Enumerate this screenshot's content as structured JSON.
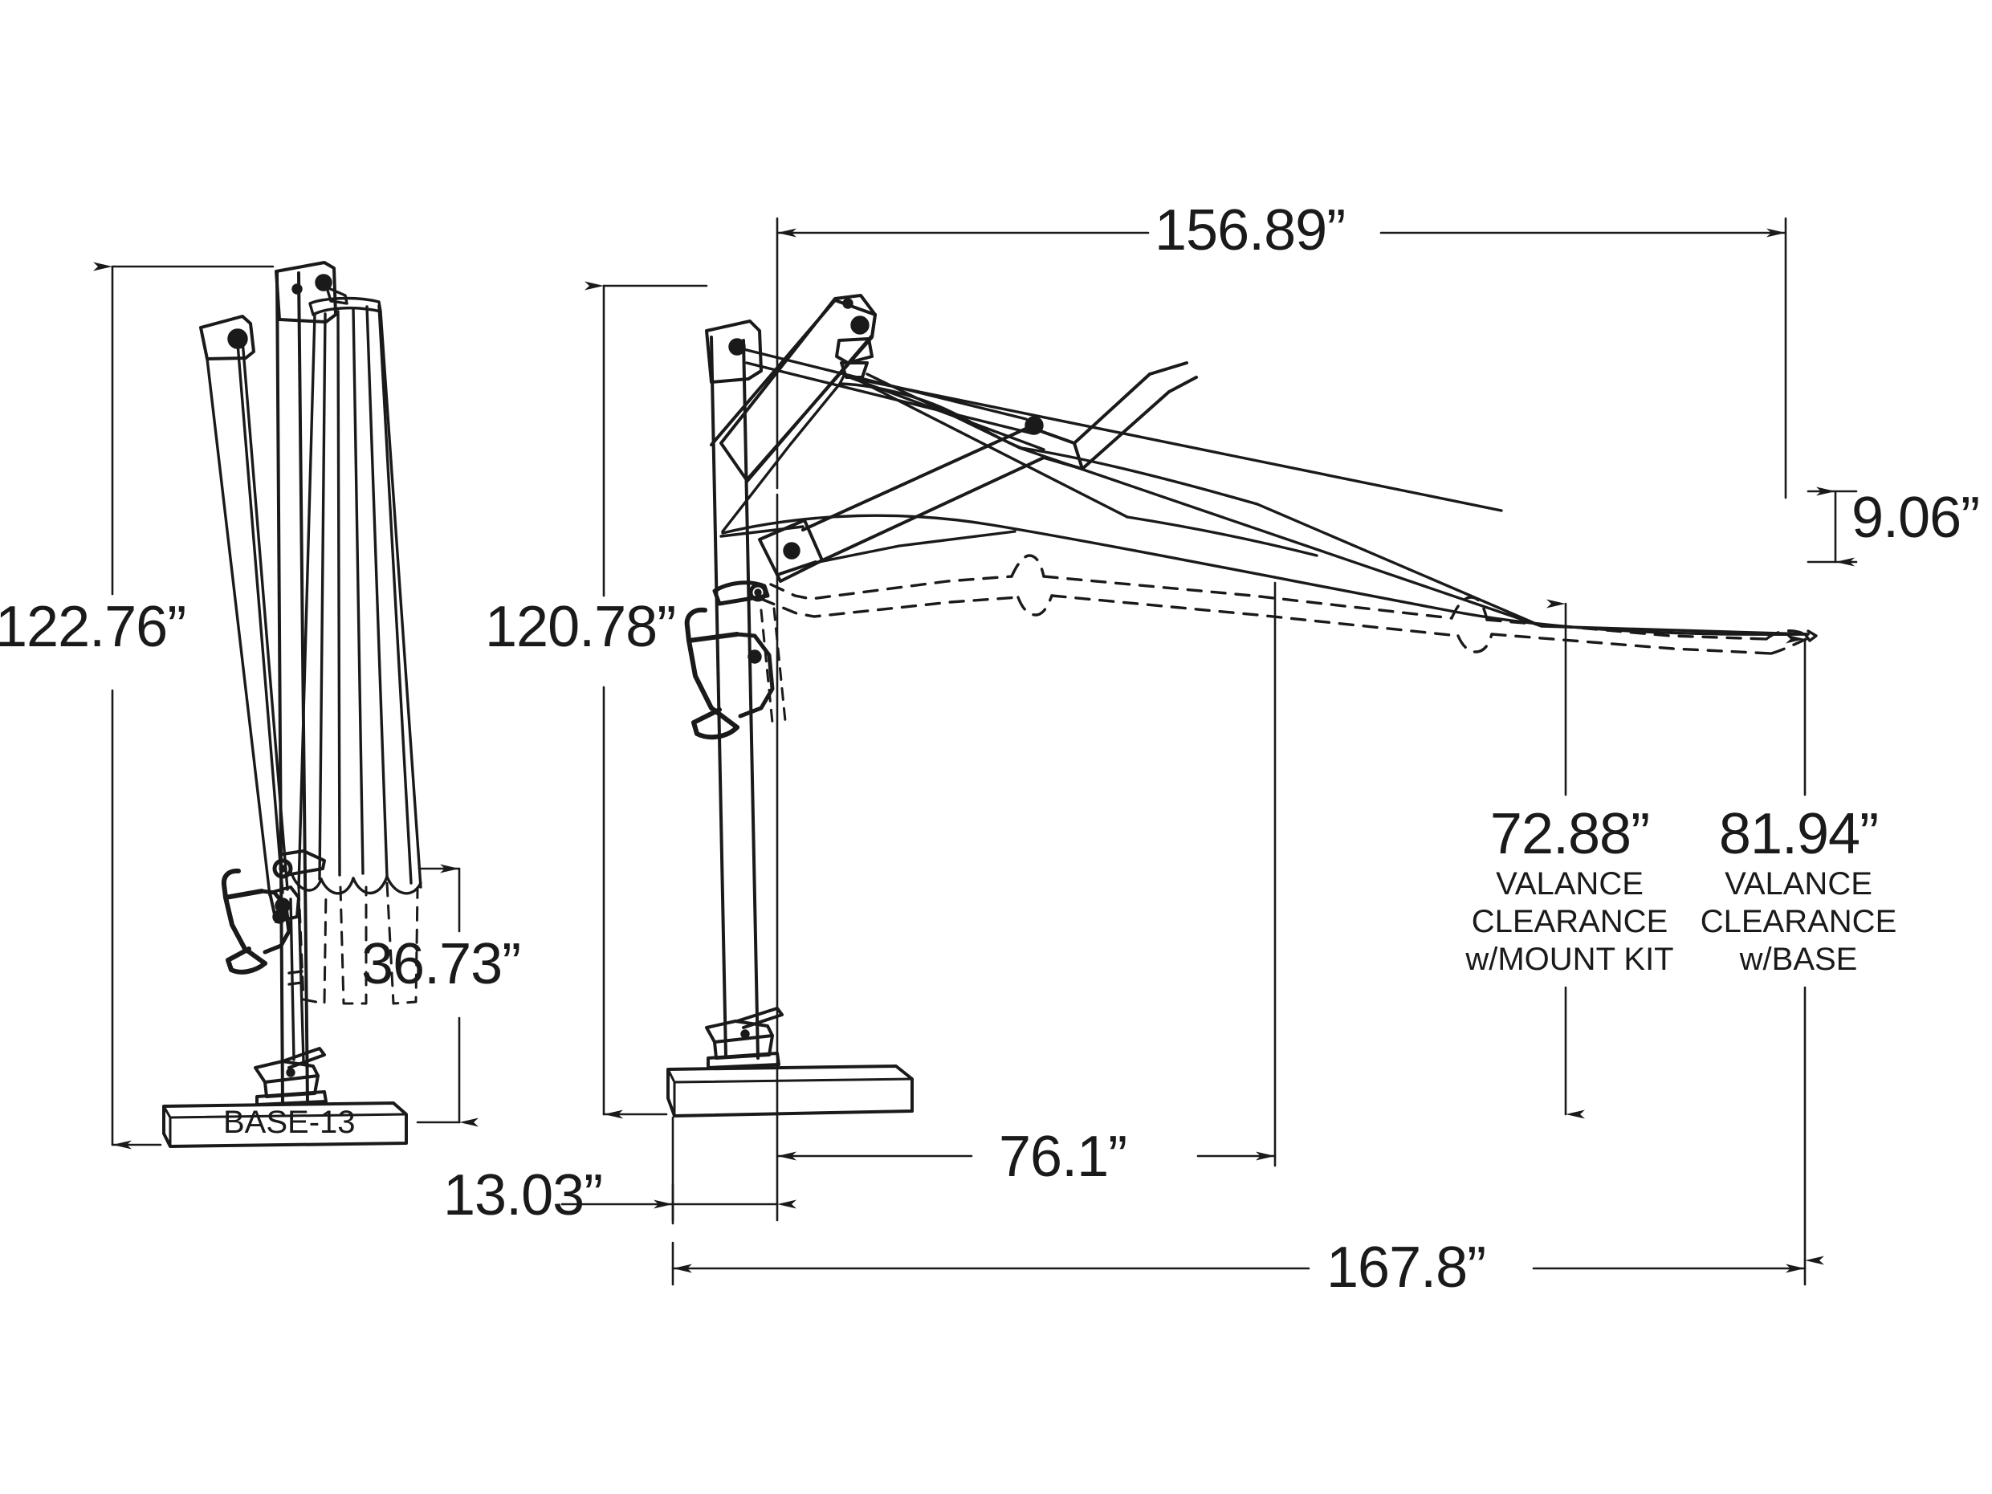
{
  "drawing": {
    "title": "Cantilever Umbrella Dimensional Drawing",
    "units": "inches",
    "line_color": "#1a1a1a",
    "background_color": "#ffffff",
    "views": [
      {
        "name": "side-view-closed",
        "description": "Umbrella closed, side elevation on BASE-13"
      },
      {
        "name": "front-view-open",
        "description": "Umbrella open, cantilever arm extended"
      }
    ]
  },
  "labels": {
    "base_model": "BASE-13"
  },
  "dimensions": {
    "canopy_span": {
      "value": "156.89”",
      "name": "canopy-span"
    },
    "closed_height": {
      "value": "122.76”",
      "name": "closed-overall-height"
    },
    "open_height": {
      "value": "120.78”",
      "name": "open-overall-height"
    },
    "valance_drop": {
      "value": "9.06”",
      "name": "valance-drop"
    },
    "closed_canopy_length": {
      "value": "36.73”",
      "name": "closed-canopy-length"
    },
    "base_offset": {
      "value": "13.03”",
      "name": "base-offset"
    },
    "pole_to_canopy_center": {
      "value": "76.1”",
      "name": "pole-to-canopy-center"
    },
    "overall_footprint": {
      "value": "167.8”",
      "name": "overall-footprint"
    }
  },
  "clearance_notes": [
    {
      "value": "72.88”",
      "line1": "VALANCE",
      "line2": "CLEARANCE",
      "line3": "w/MOUNT KIT"
    },
    {
      "value": "81.94”",
      "line1": "VALANCE",
      "line2": "CLEARANCE",
      "line3": "w/BASE"
    }
  ]
}
